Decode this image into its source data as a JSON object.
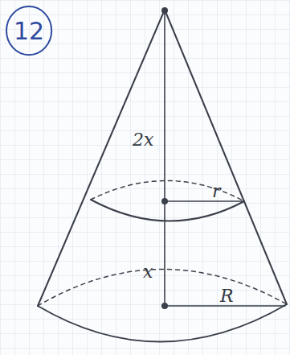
{
  "diagram": {
    "nodes": [
      {
        "text": [
          "12"
        ]
      }
    ],
    "labels": [
      "2x",
      "r",
      "x",
      "R"
    ]
  }
}
